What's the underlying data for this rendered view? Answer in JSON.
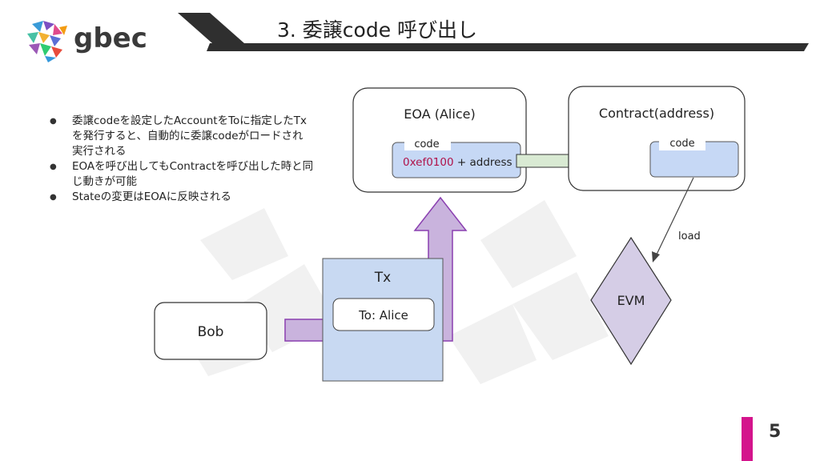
{
  "header": {
    "logo_text": "gbec",
    "title": "3. 委譲code 呼び出し"
  },
  "bullets": [
    "委譲codeを設定したAccountをToに指定したTxを発行すると、自動的に委譲codeがロードされ実行される",
    "EOAを呼び出してもContractを呼び出した時と同じ動きが可能",
    "Stateの変更はEOAに反映される"
  ],
  "diagram": {
    "eoa_title": "EOA (Alice)",
    "eoa_code_label": "code",
    "eoa_code_prefix": "0xef0100",
    "eoa_code_suffix": " + address",
    "contract_title": "Contract(address)",
    "contract_code_label": "code",
    "load_label": "load",
    "evm_label": "EVM",
    "tx_title": "Tx",
    "tx_to": "To: Alice",
    "bob_label": "Bob"
  },
  "footer": {
    "page_number": "5"
  },
  "colors": {
    "accent_pink": "#d4148c",
    "purple_arrow": "#c9b3dd",
    "purple_border": "#8a3fb0",
    "tx_blue": "#c8d9f2",
    "code_blue": "#c6d8f5",
    "green_arrow": "#d9ead3",
    "evm_fill": "#d5cde6",
    "hex_red": "#b0124a"
  }
}
